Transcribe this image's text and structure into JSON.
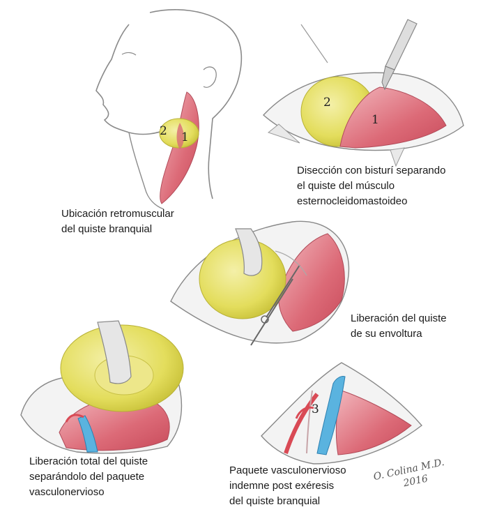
{
  "panels": {
    "p1": {
      "caption": [
        "Ubicación retromuscular",
        "del quiste branquial"
      ],
      "labels": [
        "2",
        "1"
      ]
    },
    "p2": {
      "caption": [
        "Disección con bisturí separando",
        "el quiste del músculo",
        "esternocleidomastoideo"
      ],
      "labels": [
        "2",
        "1"
      ]
    },
    "p3": {
      "caption": [
        "Liberación del quiste",
        "de su envoltura"
      ]
    },
    "p4": {
      "caption": [
        "Liberación total del quiste",
        "separándolo del paquete",
        "vasculonervioso"
      ]
    },
    "p5": {
      "caption": [
        "Paquete vasculonervioso",
        "indemne post exéresis",
        "del quiste branquial"
      ],
      "labels": [
        "3"
      ]
    }
  },
  "signature": [
    "O. Colina M.D.",
    "2016"
  ],
  "colors": {
    "cyst": "#e8e36a",
    "muscle": "#d9606e",
    "vein": "#4aa8d8",
    "sketch": "#777777"
  }
}
